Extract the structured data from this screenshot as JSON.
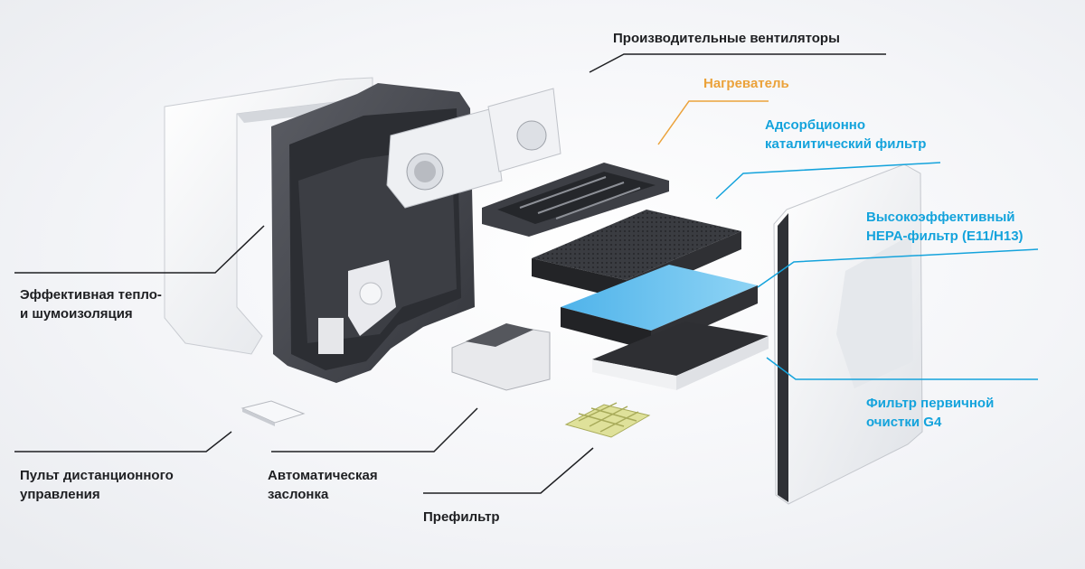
{
  "colors": {
    "background": "#f2f3f6",
    "dark_label": "#1e1f22",
    "blue_label": "#14a3dc",
    "orange_label": "#eba23a",
    "housing": "#4a4c53",
    "hepa": "#6fc3ef"
  },
  "labels": {
    "fans": "Производительные вентиляторы",
    "heater": "Нагреватель",
    "adsorption": [
      "Адсорбционно",
      "каталитический фильтр"
    ],
    "hepa": [
      "Высокоэффективный",
      "HEPA-фильтр (E11/H13)"
    ],
    "insulation": [
      "Эффективная тепло-",
      "и шумоизоляция"
    ],
    "g4": [
      "Фильтр первичной",
      "очистки G4"
    ],
    "remote": [
      "Пульт дистанционного",
      "управления"
    ],
    "damper": [
      "Автоматическая",
      "заслонка"
    ],
    "prefilter": "Префильтр"
  }
}
